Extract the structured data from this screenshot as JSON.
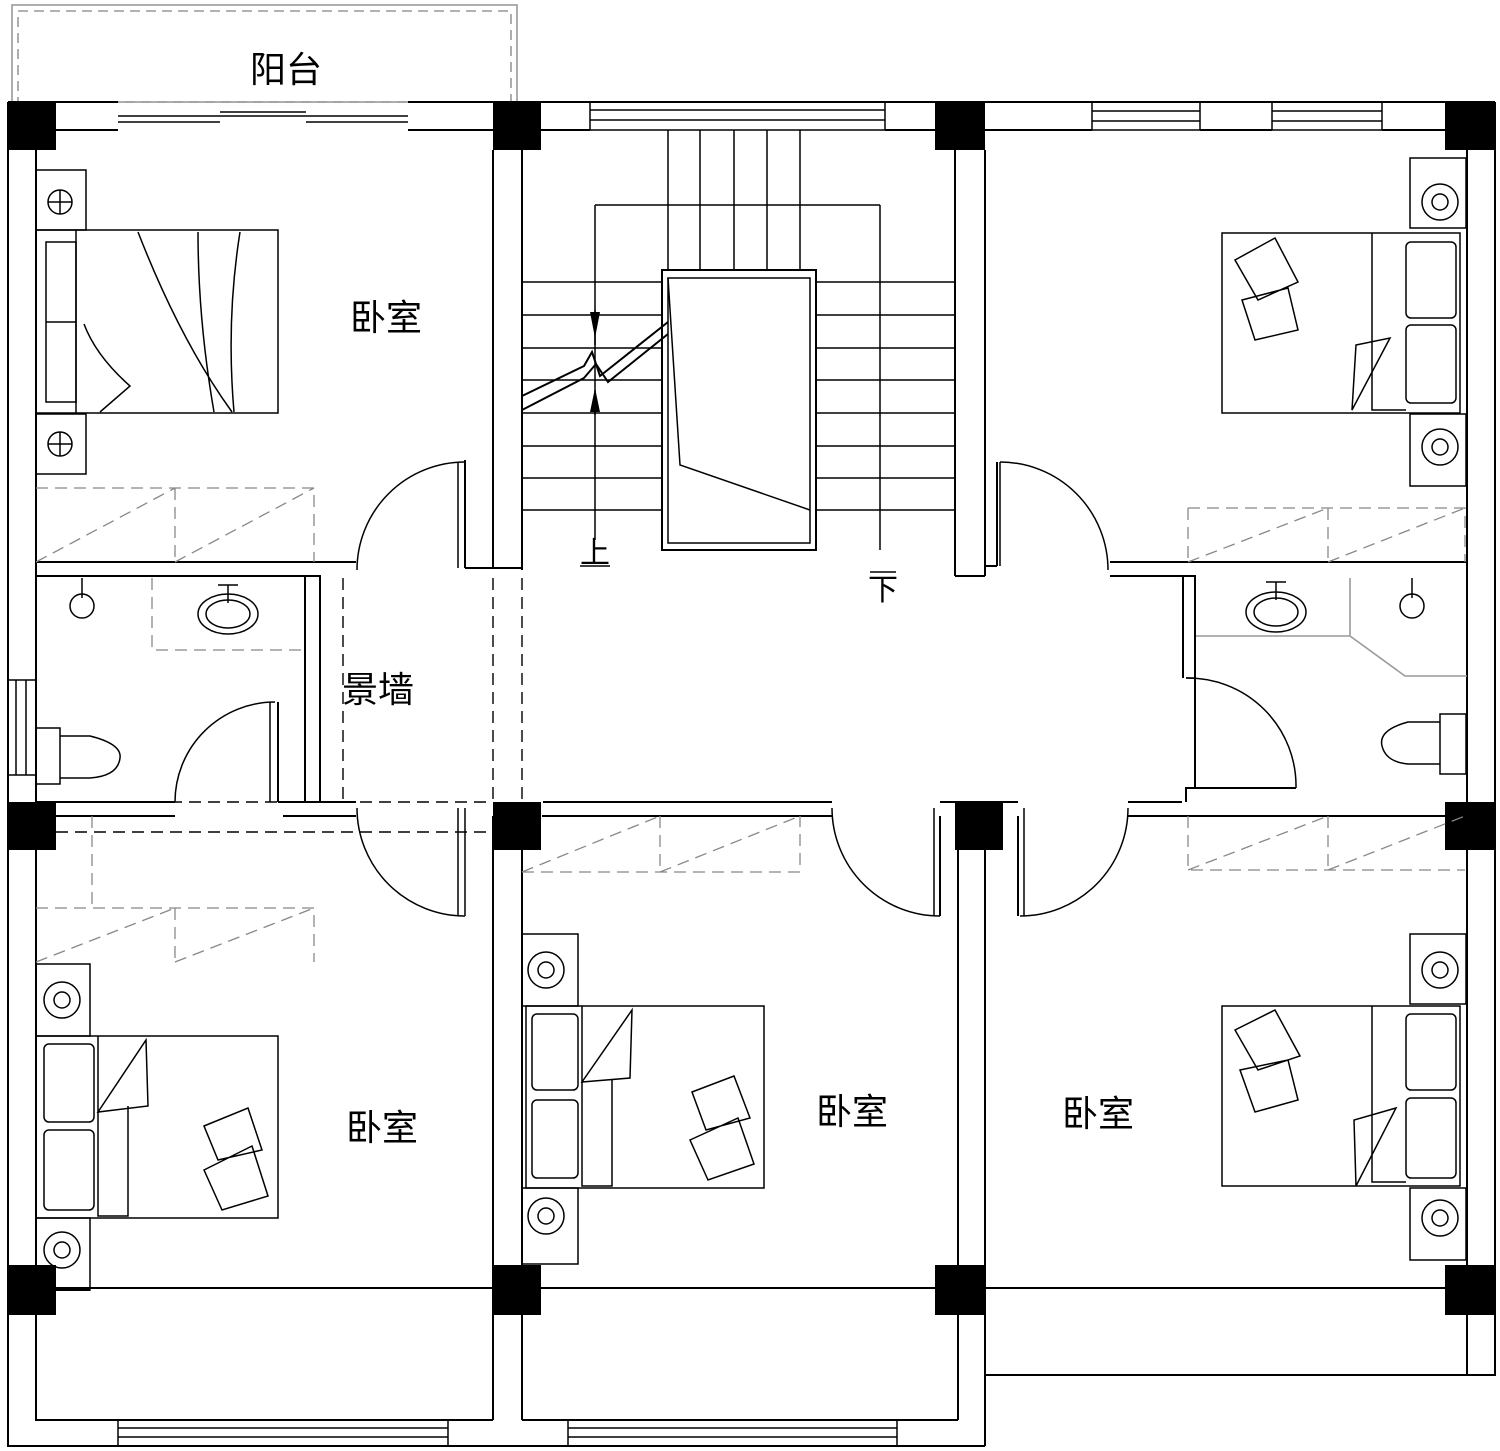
{
  "rooms": {
    "balcony": "阳台",
    "bedroom_nw": "卧室",
    "bedroom_sw": "卧室",
    "bedroom_sc": "卧室",
    "bedroom_se": "卧室",
    "feature_wall": "景墙"
  },
  "stairs": {
    "up": "上",
    "down": "下"
  }
}
